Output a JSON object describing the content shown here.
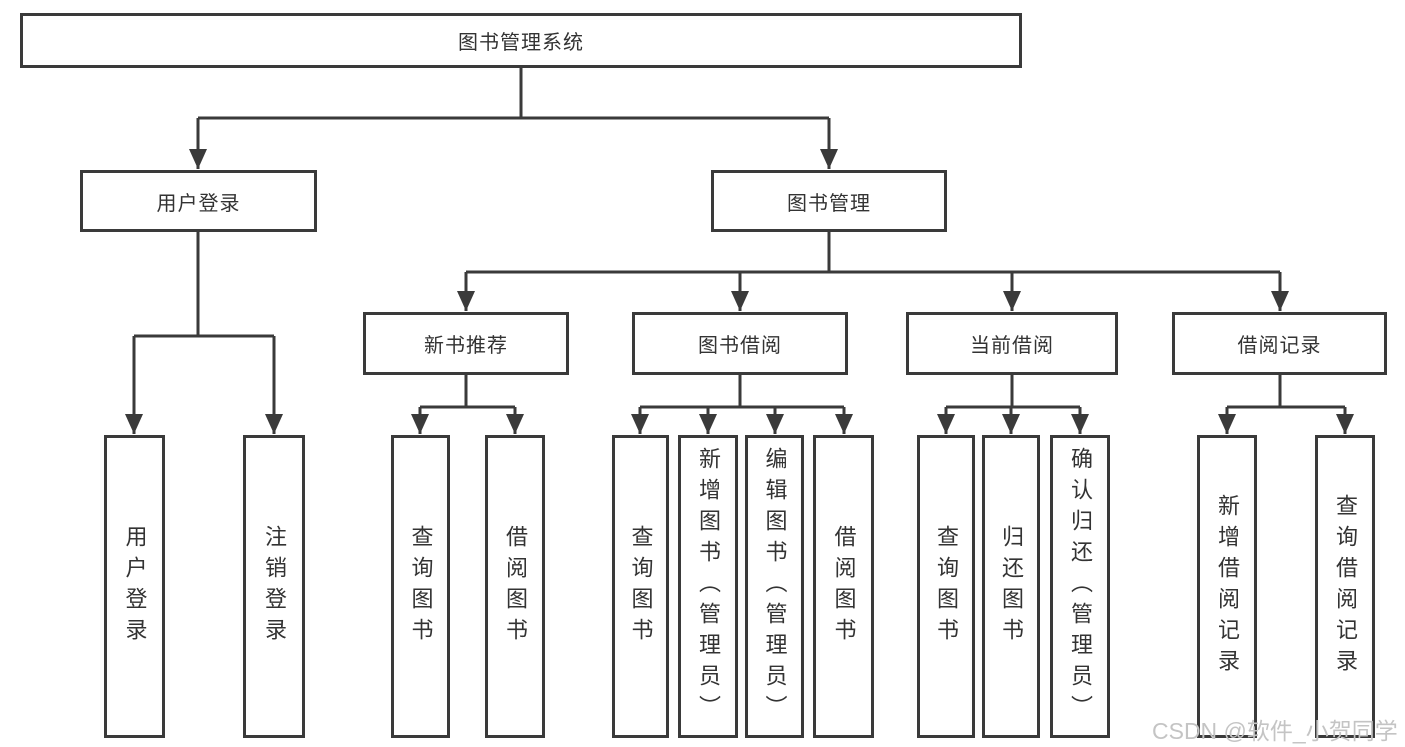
{
  "nodes": {
    "root": "图书管理系统",
    "user_login": "用户登录",
    "book_mgmt": "图书管理",
    "new_book_rec": "新书推荐",
    "book_borrow": "图书借阅",
    "current_borrow": "当前借阅",
    "borrow_records": "借阅记录",
    "leaf_user_login": "用户登录",
    "leaf_logout": "注销登录",
    "leaf_rec_query": "查询图书",
    "leaf_rec_borrow": "借阅图书",
    "leaf_bb_query": "查询图书",
    "leaf_bb_add": "新增图书（管理员）",
    "leaf_bb_edit": "编辑图书（管理员）",
    "leaf_bb_borrow": "借阅图书",
    "leaf_cb_query": "查询图书",
    "leaf_cb_return": "归还图书",
    "leaf_cb_confirm": "确认归还（管理员）",
    "leaf_br_add": "新增借阅记录",
    "leaf_br_query": "查询借阅记录"
  },
  "watermark": "CSDN @软件_小贺同学",
  "colors": {
    "line": "#3a3a3a",
    "text": "#333333",
    "watermark": "#c4c4c4",
    "background": "#ffffff"
  }
}
